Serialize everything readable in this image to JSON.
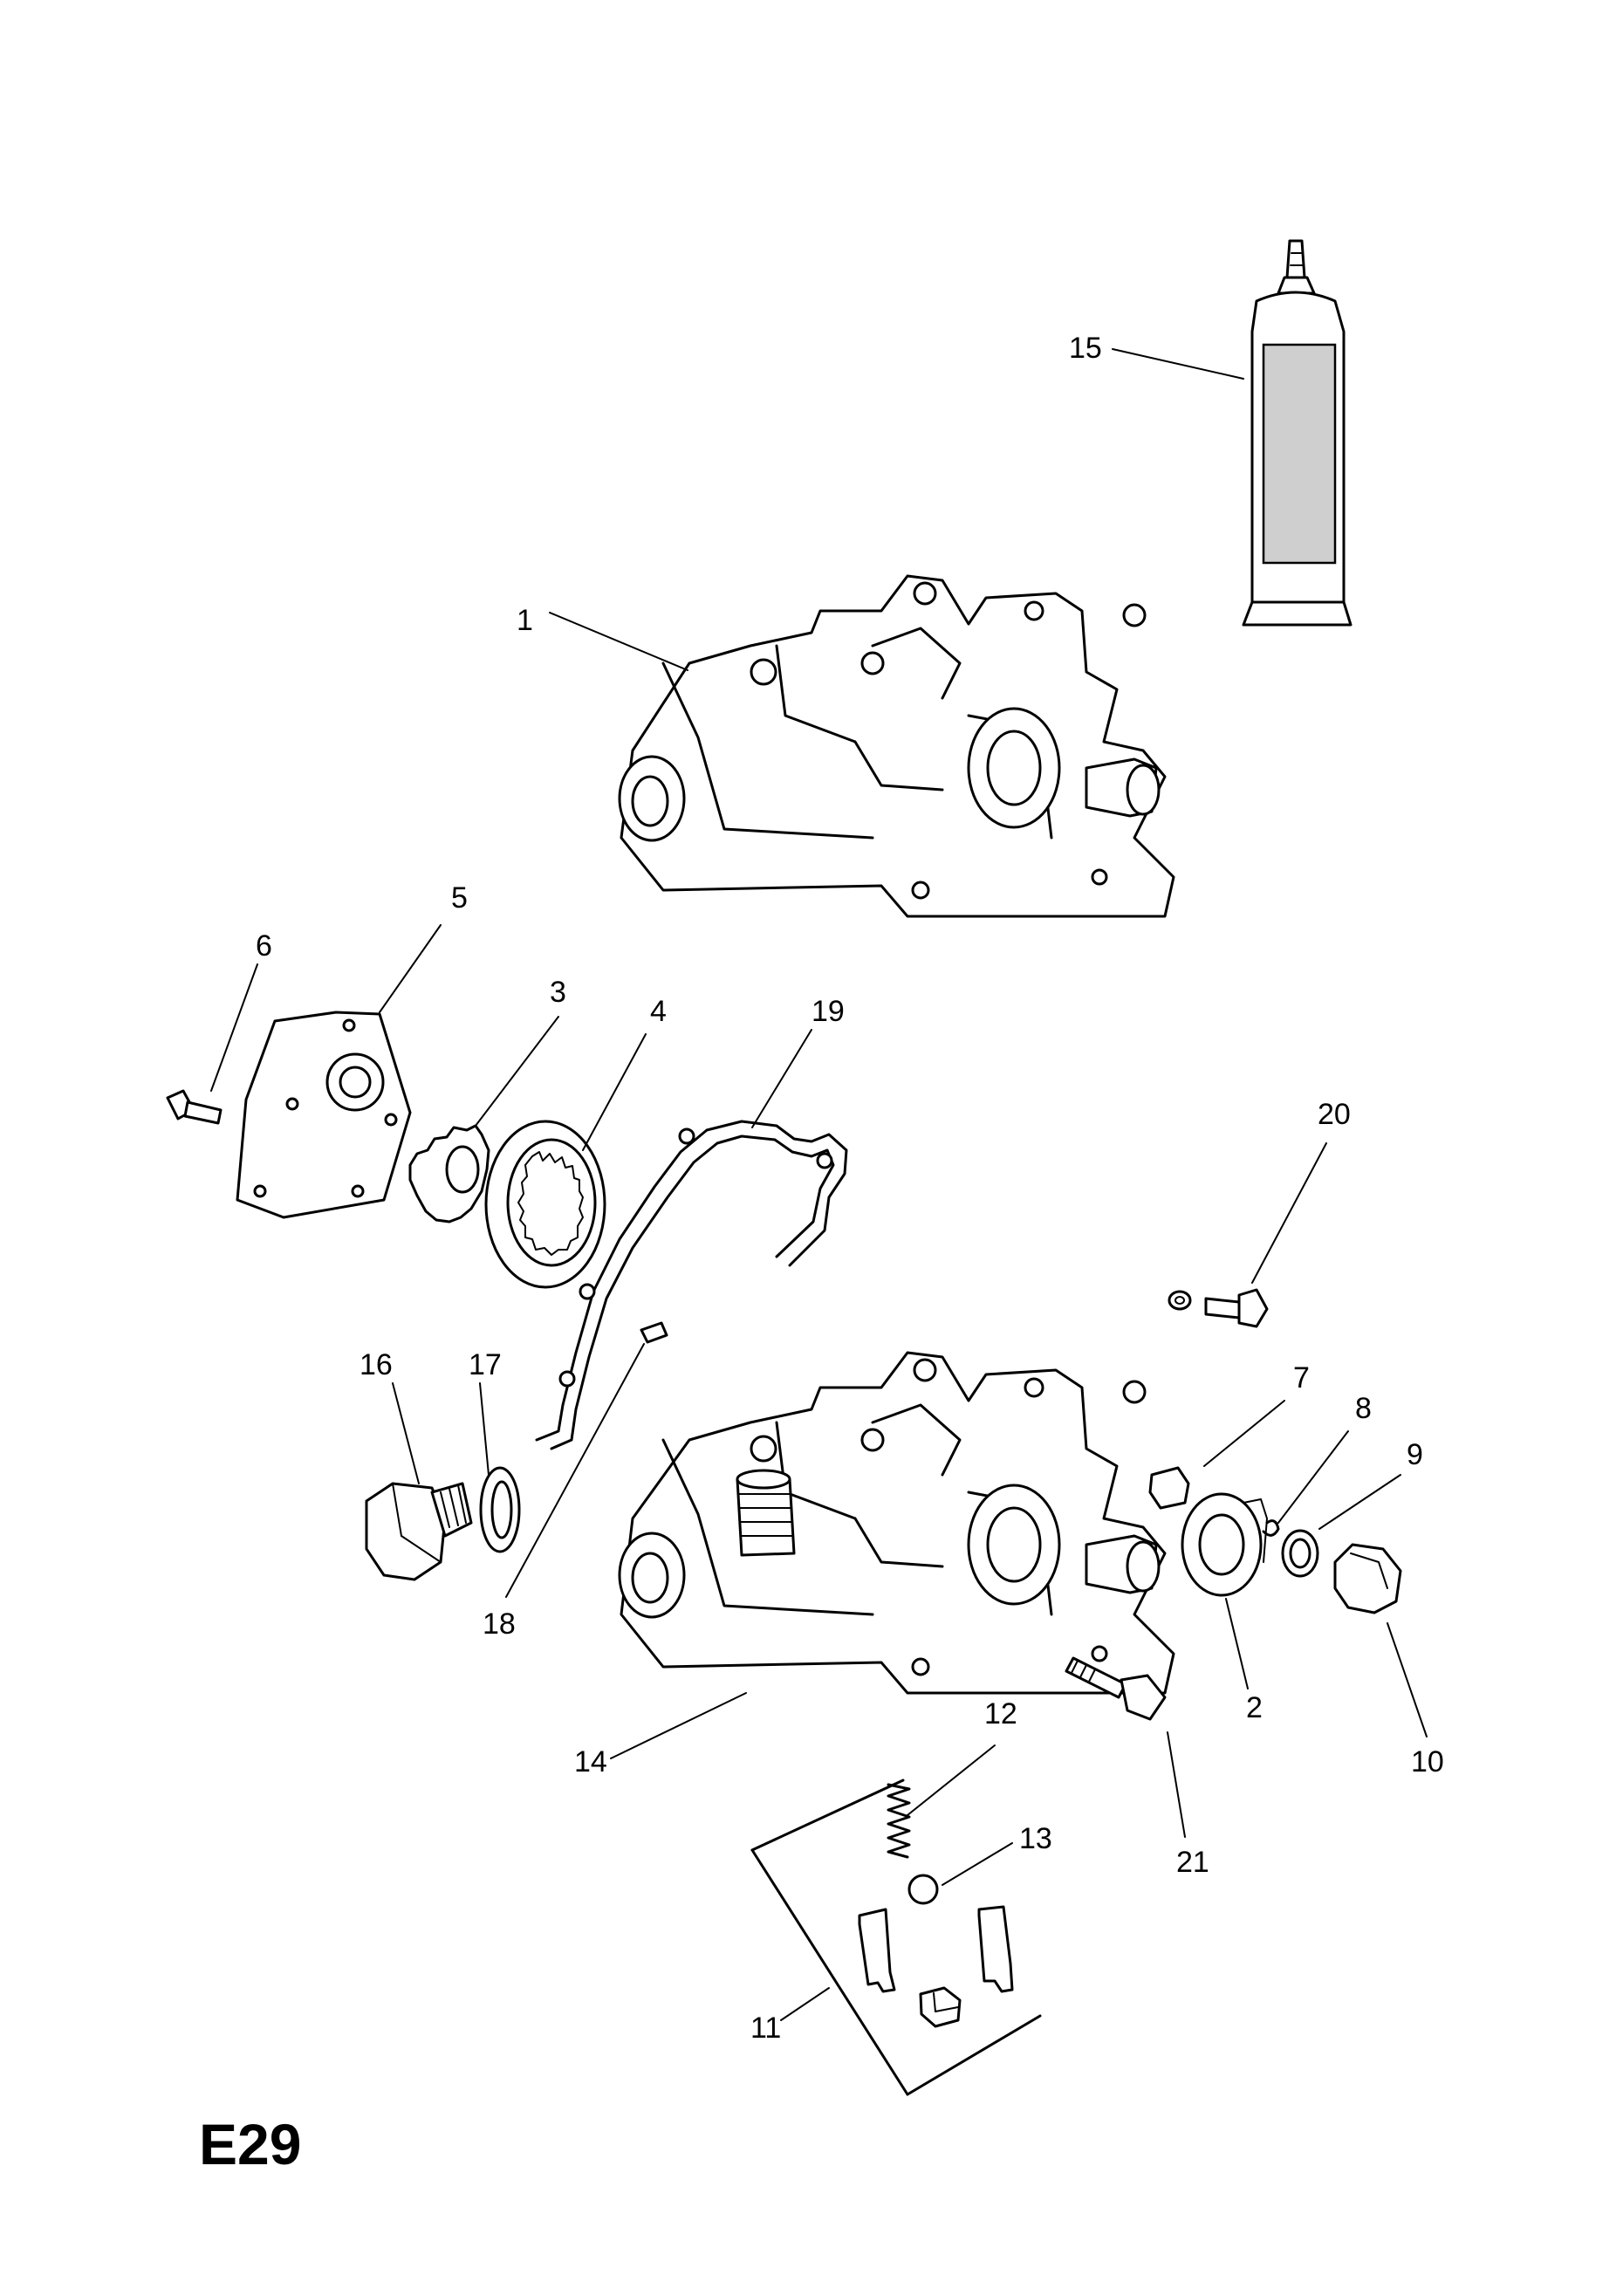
{
  "diagram_code": "E29",
  "callouts": {
    "c1": "1",
    "c2": "2",
    "c3": "3",
    "c4": "4",
    "c5": "5",
    "c6": "6",
    "c7": "7",
    "c8": "8",
    "c9": "9",
    "c10": "10",
    "c11": "11",
    "c12": "12",
    "c13": "13",
    "c14": "14",
    "c15": "15",
    "c16": "16",
    "c17": "17",
    "c18": "18",
    "c19": "19",
    "c20": "20",
    "c21": "21"
  }
}
